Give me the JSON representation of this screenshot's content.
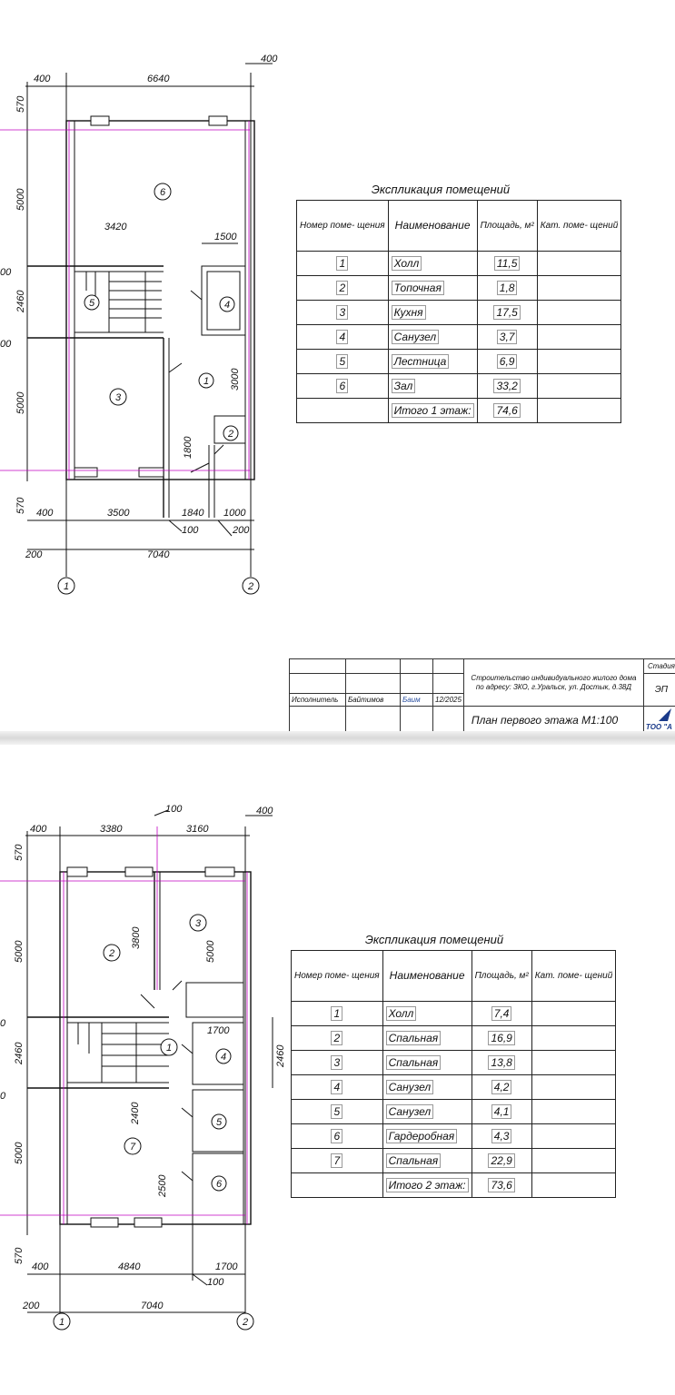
{
  "floor1": {
    "dims": {
      "top_left_400": "400",
      "top_6640": "6640",
      "top_right_400": "400",
      "left_570": "570",
      "left_5000_top": "5000",
      "left_2460": "2460",
      "left_5000_bottom": "5000",
      "left_570_bottom": "570",
      "left_00_a": "00",
      "left_00_b": "00",
      "inner_3420": "3420",
      "inner_1500": "1500",
      "inner_3000": "3000",
      "inner_1800": "1800",
      "bottom_400": "400",
      "bottom_3500": "3500",
      "bottom_1840": "1840",
      "bottom_1000": "1000",
      "bottom_100": "100",
      "bottom_200_right": "200",
      "bottom_200_left": "200",
      "bottom_7040": "7040"
    },
    "axes": [
      "1",
      "2"
    ],
    "room_tags": [
      "1",
      "2",
      "3",
      "4",
      "5",
      "6"
    ],
    "explication": {
      "title": "Экспликация помещений",
      "col_num": "Номер поме- щения",
      "col_name": "Наименование",
      "col_area": "Площадь, м²",
      "col_cat": "Кат. поме- щений",
      "rows": [
        {
          "num": "1",
          "name": "Холл",
          "area": "11,5"
        },
        {
          "num": "2",
          "name": "Топочная",
          "area": "1,8"
        },
        {
          "num": "3",
          "name": "Кухня",
          "area": "17,5"
        },
        {
          "num": "4",
          "name": "Санузел",
          "area": "3,7"
        },
        {
          "num": "5",
          "name": "Лестница",
          "area": "6,9"
        },
        {
          "num": "6",
          "name": "Зал",
          "area": "33,2"
        }
      ],
      "total_label": "Итого 1 этаж:",
      "total_area": "74,6"
    },
    "stamp": {
      "role": "Исполнитель",
      "name": "Байтимов",
      "signature": "Баим",
      "date": "12/2025",
      "project": "Строительство индивидуального жилого дома по адресу: ЗКО, г.Уральск, ул. Достык, д.38Д",
      "sheet_title": "План первого этажа М1:100",
      "stage_label": "Стадия",
      "stage_value": "ЭП",
      "company": "ТОО \"А"
    }
  },
  "floor2": {
    "dims": {
      "top_100": "100",
      "top_400_right": "400",
      "top_400_left": "400",
      "top_3380": "3380",
      "top_3160": "3160",
      "left_570": "570",
      "left_5000_top": "5000",
      "left_2460": "2460",
      "left_5000_bottom": "5000",
      "left_570_bottom": "570",
      "left_0_a": "0",
      "left_0_b": "0",
      "inner_3800": "3800",
      "inner_5000": "5000",
      "inner_1700_top": "1700",
      "right_2460": "2460",
      "inner_2400": "2400",
      "inner_2500": "2500",
      "bottom_400": "400",
      "bottom_4840": "4840",
      "bottom_1700": "1700",
      "bottom_100": "100",
      "bottom_200": "200",
      "bottom_7040": "7040"
    },
    "axes": [
      "1",
      "2"
    ],
    "room_tags": [
      "1",
      "2",
      "3",
      "4",
      "5",
      "6",
      "7"
    ],
    "explication": {
      "title": "Экспликация помещений",
      "col_num": "Номер поме- щения",
      "col_name": "Наименование",
      "col_area": "Площадь, м²",
      "col_cat": "Кат. поме- щений",
      "rows": [
        {
          "num": "1",
          "name": "Холл",
          "area": "7,4"
        },
        {
          "num": "2",
          "name": "Спальная",
          "area": "16,9"
        },
        {
          "num": "3",
          "name": "Спальная",
          "area": "13,8"
        },
        {
          "num": "4",
          "name": "Санузел",
          "area": "4,2"
        },
        {
          "num": "5",
          "name": "Санузел",
          "area": "4,1"
        },
        {
          "num": "6",
          "name": "Гардеробная",
          "area": "4,3"
        },
        {
          "num": "7",
          "name": "Спальная",
          "area": "22,9"
        }
      ],
      "total_label": "Итого 2 этаж:",
      "total_area": "73,6"
    }
  },
  "colors": {
    "wall": "#111111",
    "axis_magenta": "#c000c0",
    "logo_blue": "#1a3a8a"
  }
}
